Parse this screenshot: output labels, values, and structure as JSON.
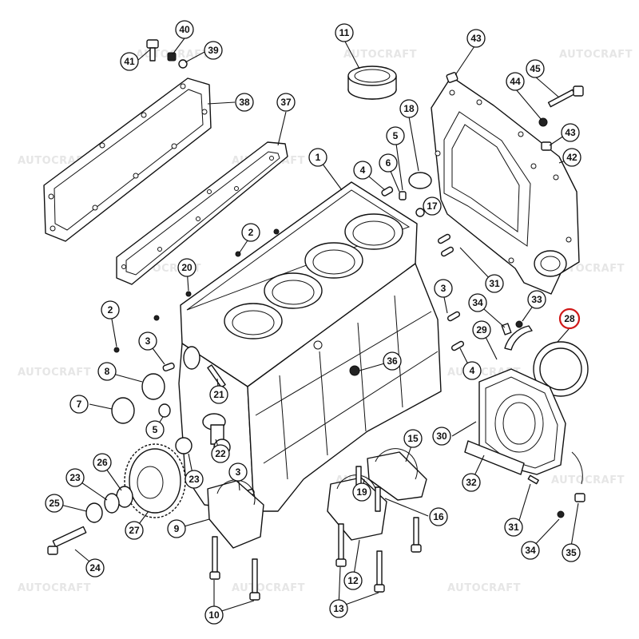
{
  "watermark": "AUTOCRAFT",
  "highlight_color": "#d01818",
  "callouts": [
    {
      "label": "40"
    },
    {
      "label": "41"
    },
    {
      "label": "39"
    },
    {
      "label": "11"
    },
    {
      "label": "43"
    },
    {
      "label": "45"
    },
    {
      "label": "44"
    },
    {
      "label": "38"
    },
    {
      "label": "37"
    },
    {
      "label": "18"
    },
    {
      "label": "43"
    },
    {
      "label": "5"
    },
    {
      "label": "42"
    },
    {
      "label": "1"
    },
    {
      "label": "4"
    },
    {
      "label": "6"
    },
    {
      "label": "17"
    },
    {
      "label": "2"
    },
    {
      "label": "20"
    },
    {
      "label": "31"
    },
    {
      "label": "3"
    },
    {
      "label": "33"
    },
    {
      "label": "34"
    },
    {
      "label": "28"
    },
    {
      "label": "2"
    },
    {
      "label": "29"
    },
    {
      "label": "3"
    },
    {
      "label": "36"
    },
    {
      "label": "4"
    },
    {
      "label": "8"
    },
    {
      "label": "21"
    },
    {
      "label": "7"
    },
    {
      "label": "5"
    },
    {
      "label": "30"
    },
    {
      "label": "15"
    },
    {
      "label": "22"
    },
    {
      "label": "26"
    },
    {
      "label": "23"
    },
    {
      "label": "23"
    },
    {
      "label": "3"
    },
    {
      "label": "32"
    },
    {
      "label": "25"
    },
    {
      "label": "19"
    },
    {
      "label": "16"
    },
    {
      "label": "27"
    },
    {
      "label": "9"
    },
    {
      "label": "31"
    },
    {
      "label": "24"
    },
    {
      "label": "34"
    },
    {
      "label": "35"
    },
    {
      "label": "12"
    },
    {
      "label": "10"
    },
    {
      "label": "13"
    }
  ]
}
